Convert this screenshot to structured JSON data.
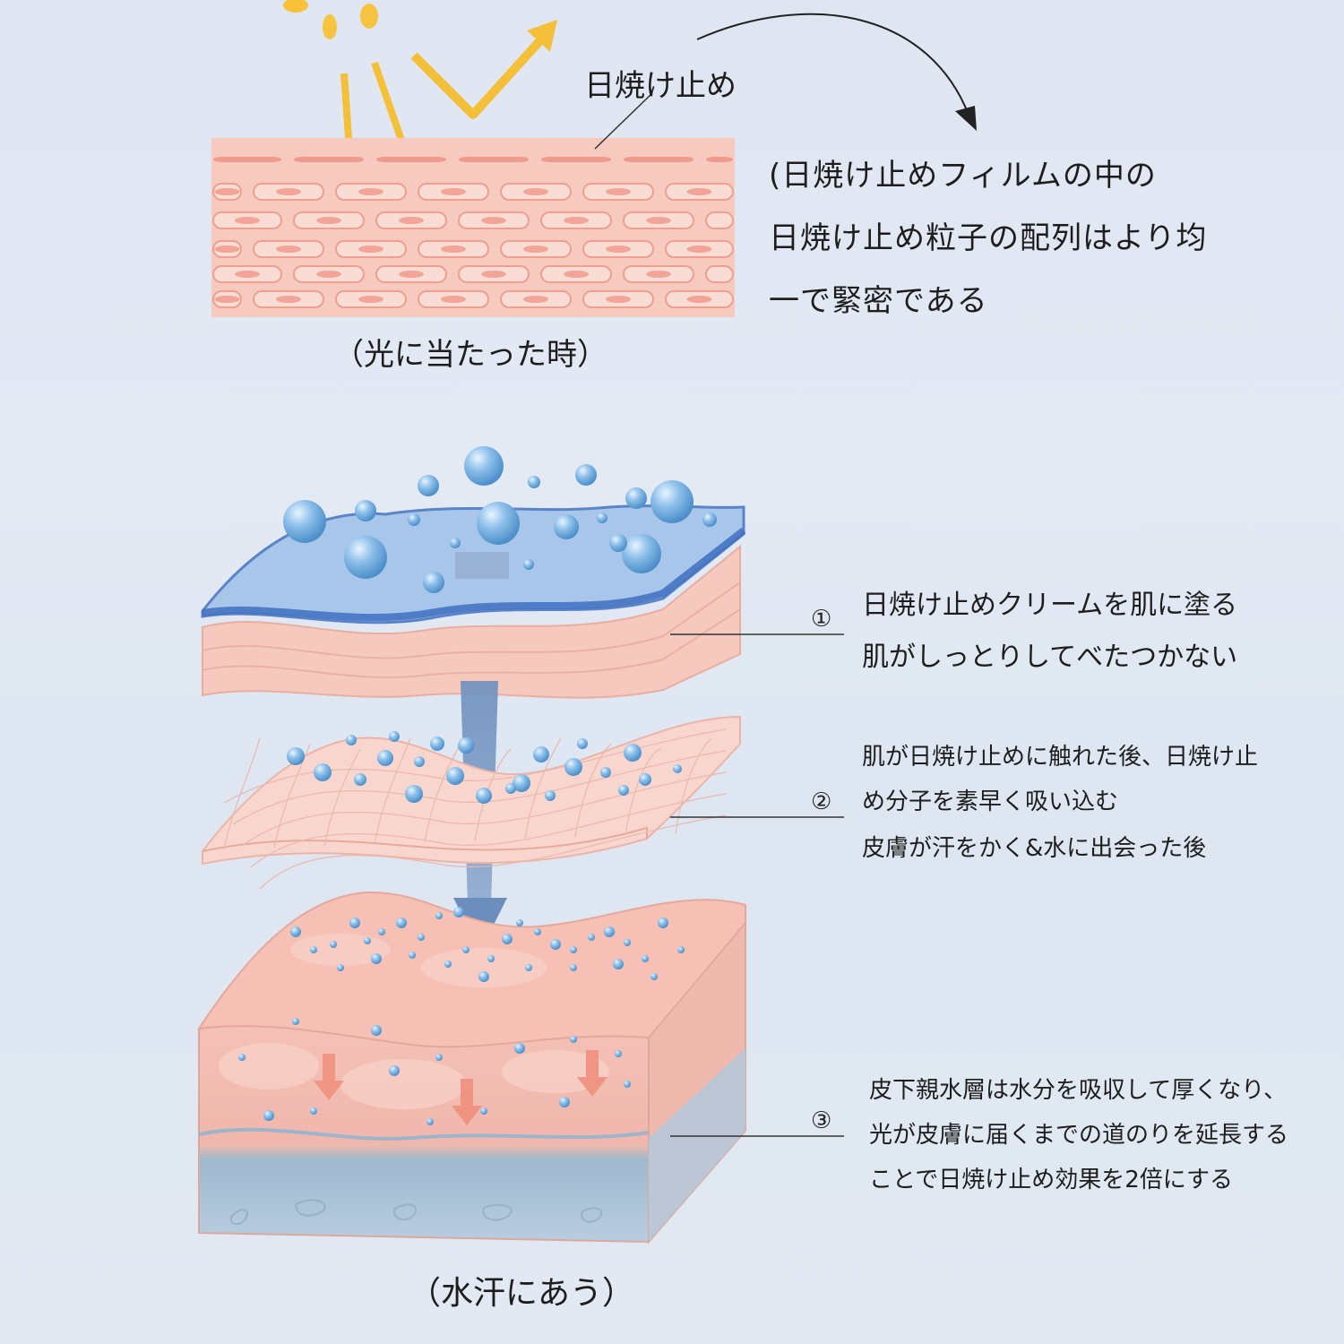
{
  "top_section": {
    "film_label": "日焼け止め",
    "note_lines": [
      "(日焼け止めフィルムの中の",
      "日焼け止め粒子の配列はより均",
      "一で緊密である"
    ],
    "caption": "（光に当たった時）"
  },
  "bottom_section": {
    "steps": [
      {
        "number": "①",
        "lines": [
          "日焼け止めクリームを肌に塗る",
          "肌がしっとりしてべたつかない"
        ]
      },
      {
        "number": "②",
        "lines": [
          "肌が日焼け止めに触れた後、日焼け止",
          "め分子を素早く吸い込む",
          "皮膚が汗をかく&水に出会った後"
        ]
      },
      {
        "number": "③",
        "lines": [
          "皮下親水層は水分を吸収して厚くなり、",
          "光が皮膚に届くまでの道のりを延長する",
          "ことで日焼け止め効果を2倍にする"
        ]
      }
    ],
    "caption": "（水汗にあう）"
  },
  "colors": {
    "sun": "#f7c23a",
    "skin": "#f6c7bd",
    "film": "#a9c6ea",
    "water_drop": "#7ab3e0",
    "arrow": "#7f9cc4"
  }
}
